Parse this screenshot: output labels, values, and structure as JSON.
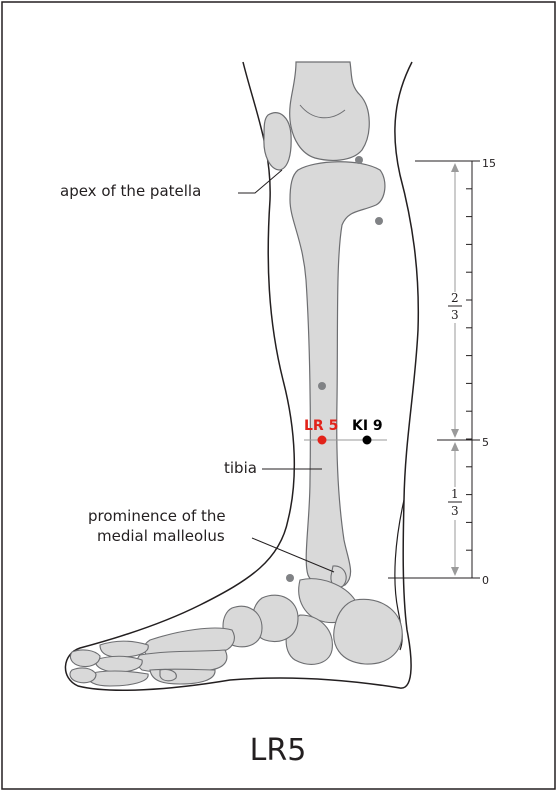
{
  "title": "LR5",
  "labels": {
    "apex_patella": "apex of the patella",
    "tibia": "tibia",
    "malleolus_line1": "prominence of the",
    "malleolus_line2": "medial malleolus"
  },
  "points": {
    "lr5": {
      "label": "LR 5",
      "color": "#e2231a"
    },
    "ki9": {
      "label": "KI 9",
      "color": "#000000"
    }
  },
  "scale": {
    "top": "15",
    "middle": "5",
    "bottom": "0",
    "upper_fraction": {
      "numerator": "2",
      "denominator": "3"
    },
    "lower_fraction": {
      "numerator": "1",
      "denominator": "3"
    }
  },
  "colors": {
    "bone_fill": "#d9d9d9",
    "bone_stroke": "#6d6e71",
    "outline": "#231f20",
    "marker_gray": "#808285",
    "scale_gray": "#9a9a9a"
  }
}
